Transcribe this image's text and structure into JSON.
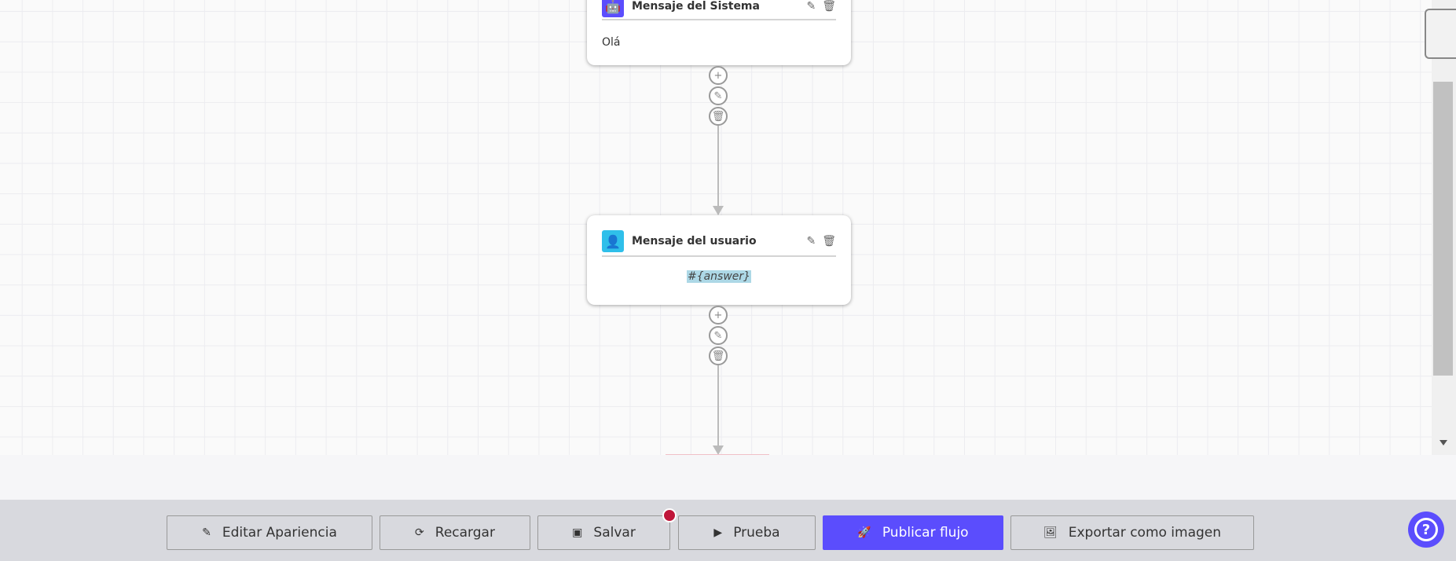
{
  "nodes": [
    {
      "title": "Mensaje del Sistema",
      "body": "Olá",
      "icon": "robot-icon",
      "color": "#5b4dfd"
    },
    {
      "title": "Mensaje del usuario",
      "body": "#{answer}",
      "icon": "user-icon",
      "color": "#2fbfea"
    }
  ],
  "toolbar": {
    "edit": "Editar Apariencia",
    "reload": "Recargar",
    "save": "Salvar",
    "test": "Prueba",
    "publish": "Publicar flujo",
    "export": "Exportar como imagen"
  },
  "help": "?",
  "colors": {
    "accent": "#5b4dfd",
    "unsaved_dot": "#c0163a"
  }
}
